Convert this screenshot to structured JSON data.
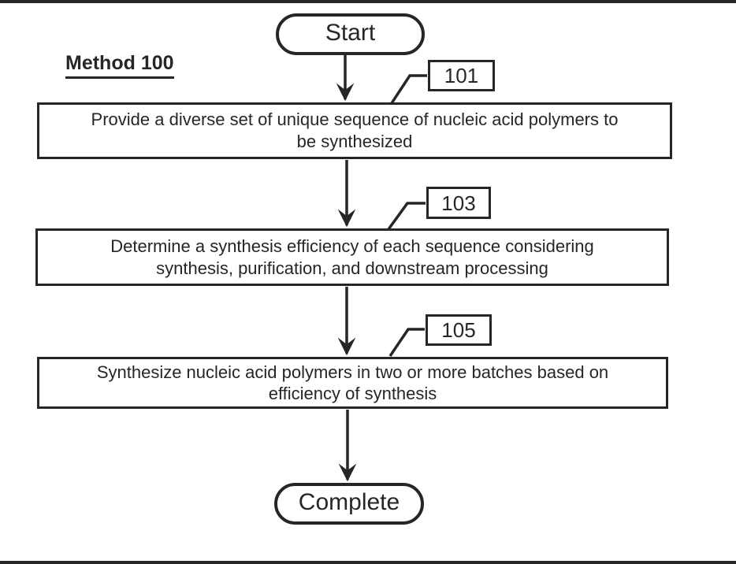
{
  "figure": {
    "method_label": "Method 100",
    "start_label": "Start",
    "complete_label": "Complete",
    "steps": [
      {
        "ref": "101",
        "lines": [
          "Provide a diverse set of unique sequence of nucleic acid polymers to",
          "be synthesized"
        ]
      },
      {
        "ref": "103",
        "lines": [
          "Determine a synthesis efficiency of each sequence considering",
          "synthesis, purification, and downstream processing"
        ]
      },
      {
        "ref": "105",
        "lines": [
          "Synthesize nucleic acid polymers in two or more batches based on",
          "efficiency of synthesis"
        ]
      }
    ]
  },
  "colors": {
    "ink": "#262626",
    "background": "#ffffff"
  }
}
